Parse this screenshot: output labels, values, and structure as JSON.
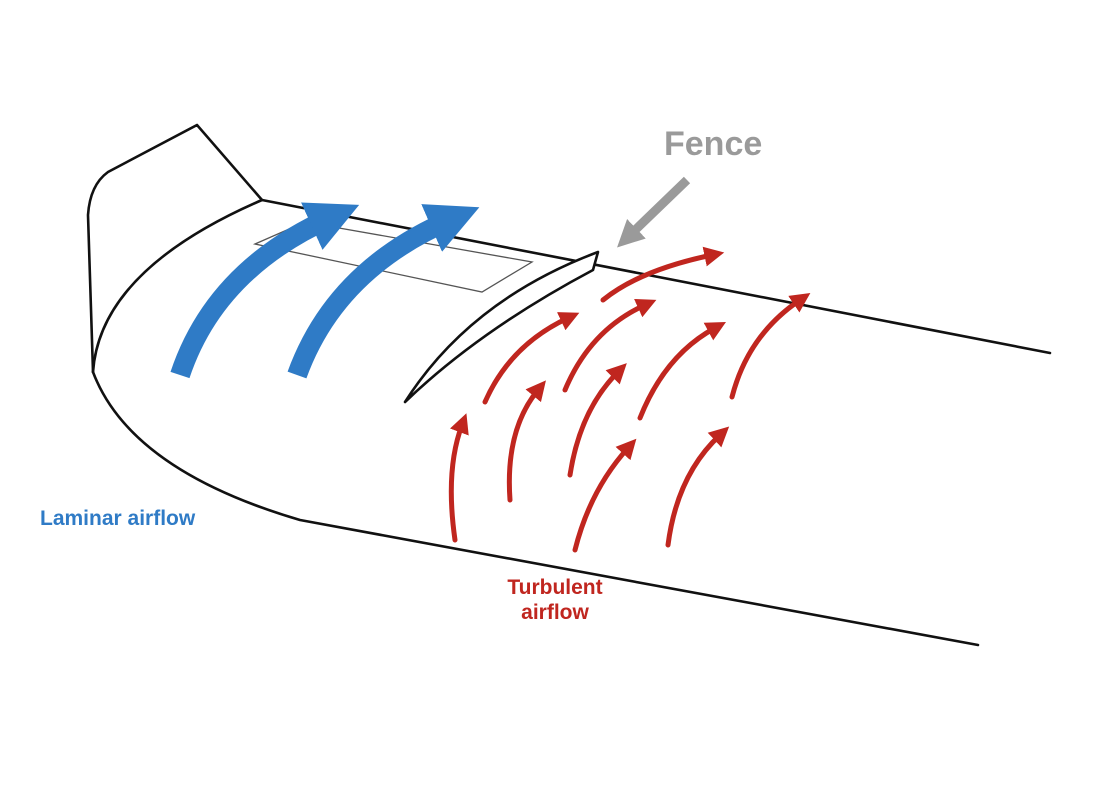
{
  "labels": {
    "fence": "Fence",
    "laminar": "Laminar airflow",
    "turbulent_line1": "Turbulent",
    "turbulent_line2": "airflow"
  },
  "colors": {
    "laminar": "#2f7bc6",
    "turbulent": "#c0261f",
    "fence_label": "#9a9a9a",
    "fence_pointer": "#9a9a9a",
    "outline": "#111111",
    "flap_outline": "#555555"
  },
  "icons": {
    "laminar_flow": "curved-arrow-icon",
    "turbulent_flow": "curved-arrow-icon",
    "fence_pointer": "straight-arrow-icon"
  }
}
